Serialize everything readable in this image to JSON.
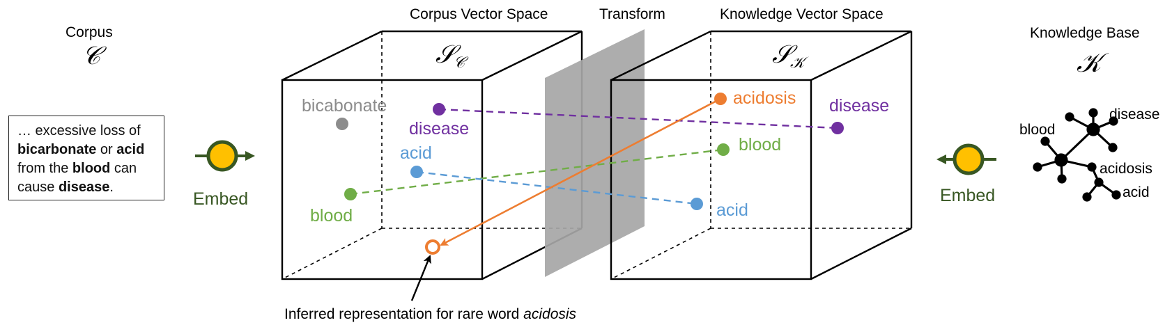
{
  "corpus": {
    "title": "Corpus",
    "symbol": "𝒞"
  },
  "knowledge_base": {
    "title": "Knowledge Base",
    "symbol": "𝒦"
  },
  "corpus_space": {
    "title": "Corpus Vector Space",
    "symbol": "𝒮",
    "subscript": "𝒞"
  },
  "knowledge_space": {
    "title": "Knowledge Vector Space",
    "symbol": "𝒮",
    "subscript": "𝒦"
  },
  "transform": {
    "label": "Transform"
  },
  "embed_left": {
    "label": "Embed"
  },
  "embed_right": {
    "label": "Embed"
  },
  "document": {
    "t1": "… excessive loss of",
    "w1": "bicarbonate",
    "t2": " or ",
    "w2": "acid",
    "t3": "from the ",
    "w3": "blood",
    "t4": " can",
    "t5": "cause ",
    "w4": "disease",
    "t6": "."
  },
  "corpus_points": {
    "bicabonate": "bicabonate",
    "disease": "disease",
    "acid": "acid",
    "blood": "blood"
  },
  "knowledge_points": {
    "acidosis": "acidosis",
    "disease": "disease",
    "blood": "blood",
    "acid": "acid"
  },
  "graph_labels": {
    "blood": "blood",
    "disease": "disease",
    "acidosis": "acidosis",
    "acid": "acid"
  },
  "caption": {
    "prefix": "Inferred representation for rare word ",
    "word": "acidosis"
  },
  "colors": {
    "gray": "#8c8c8c",
    "purple": "#7030a0",
    "blue": "#5b9bd5",
    "green": "#70ad47",
    "orange": "#ed7d31",
    "embed_green": "#385723",
    "embed_fill": "#ffc000",
    "plane": "#a6a6a6"
  }
}
